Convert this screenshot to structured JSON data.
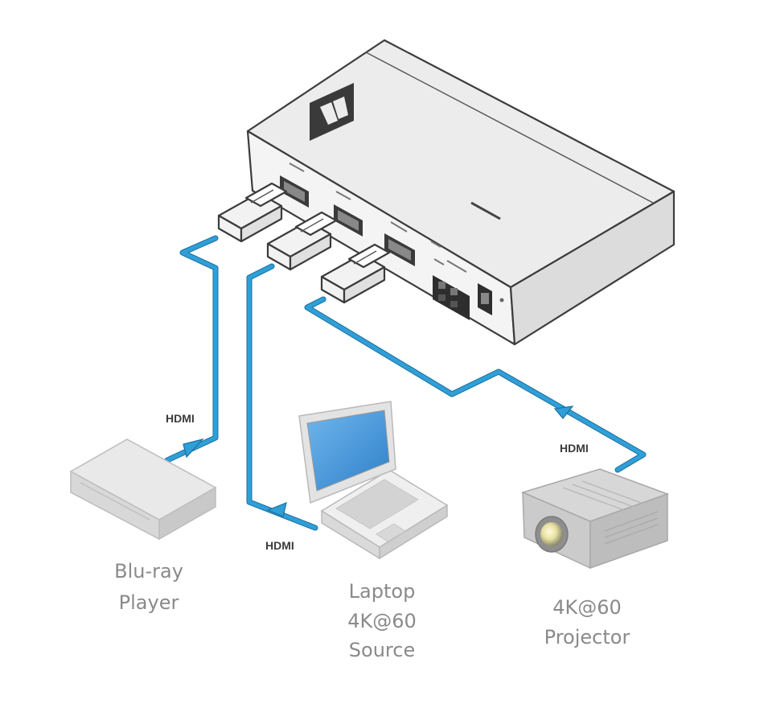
{
  "labels": {
    "cable_1": "HDMI",
    "cable_2": "HDMI",
    "cable_3": "HDMI",
    "bluray_line1": "Blu-ray",
    "bluray_line2": "Player",
    "laptop_line1": "Laptop",
    "laptop_line2": "4K@60",
    "laptop_line3": "Source",
    "projector_line1": "4K@60",
    "projector_line2": "Projector"
  },
  "colors": {
    "cable": "#2f9fd8",
    "device_body": "#e6e6e6",
    "laptop_screen": "#3e8fd6",
    "outline": "#3c3c3c"
  },
  "icons": [
    "kramer-logo",
    "hdmi-plug-icon",
    "terminal-block-icon",
    "dc-power-jack-icon"
  ]
}
